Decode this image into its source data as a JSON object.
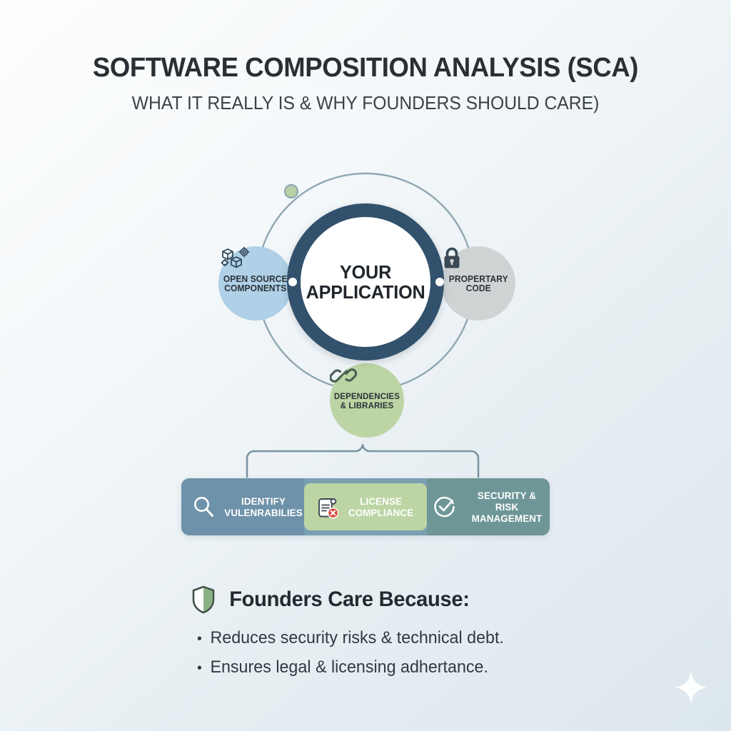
{
  "header": {
    "title": "SOFTWARE COMPOSITION ANALYSIS (SCA)",
    "subtitle": "WHAT IT REALLY IS & WHY FOUNDERS SHOULD CARE)"
  },
  "diagram": {
    "center": {
      "line1": "YOUR",
      "line2": "APPLICATION",
      "ring_color": "#32516c"
    },
    "nodes": [
      {
        "id": "open-source",
        "label_line1": "OPEN SOURCE",
        "label_line2": "COMPONENTS",
        "icon": "cubes-gear-icon",
        "color": "#afd0e6"
      },
      {
        "id": "proprietary",
        "label_line1": "PROPERTARY",
        "label_line2": "CODE",
        "icon": "lock-icon",
        "color": "#cfd3d4"
      },
      {
        "id": "dependencies",
        "label_line1": "DEPENDENCIES",
        "label_line2": "& LIBRARIES",
        "icon": "chain-link-icon",
        "color": "#bdd5a4"
      }
    ],
    "orbit_marker_color": "#a8c48f",
    "orbit_ring_color": "#8fa7b2"
  },
  "feature_bar": {
    "segments": [
      {
        "id": "identify",
        "label_line1": "IDENTIFY",
        "label_line2": "VULENRABILIES",
        "icon": "search-icon",
        "color": "#6e92a9"
      },
      {
        "id": "license",
        "label_line1": "LICENSE",
        "label_line2": "COMPLIANCE",
        "icon": "scroll-x-icon",
        "color": "#bdd5a4"
      },
      {
        "id": "security",
        "label_line1": "SECURITY & RISK",
        "label_line2": "MANAGEMENT",
        "icon": "check-circle-icon",
        "color": "#6e9697"
      }
    ]
  },
  "footer": {
    "shield_icon": "shield-icon",
    "title": "Founders Care Because:",
    "bullet_marker": "•",
    "bullets": [
      "Reduces security risks & technical debt.",
      "Ensures legal & licensing adhertance."
    ]
  },
  "decor": {
    "sparkle_icon": "sparkle-icon",
    "sparkle_color": "#ffffff"
  }
}
